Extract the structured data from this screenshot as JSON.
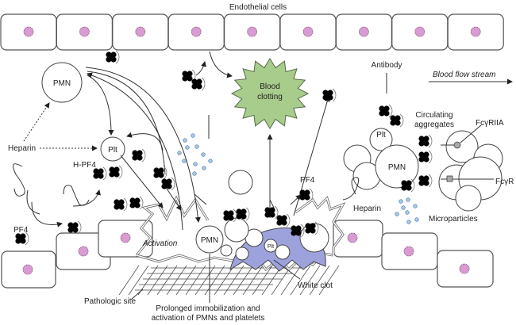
{
  "title": "Endothelial cells",
  "labels": {
    "endothelial": "Endothelial cells",
    "blood_flow": "Blood flow stream",
    "blood_clotting_1": "Blood",
    "blood_clotting_2": "clotting",
    "pmn_top": "PMN",
    "plt_left": "Plt",
    "heparin_left": "Heparin",
    "h_pf4": "H-PF4",
    "pf4_left": "PF4",
    "pf4_mid": "PF4",
    "antibody": "Antibody",
    "circulating_1": "Circulating",
    "circulating_2": "aggregates",
    "fcgriia": "FcγRIIA",
    "fcgr": "FcγR",
    "plt_agg": "Plt",
    "pmn_agg": "PMN",
    "heparin_right": "Heparin",
    "microparticles": "Microparticles",
    "activation": "Activation",
    "pmn_site": "PMN",
    "plt_clot": "Plt",
    "white_clot": "White clot",
    "pathologic_site": "Pathologic site",
    "prolonged_1": "Prolonged immobilization and",
    "prolonged_2": "activation of PMNs and platelets"
  },
  "colors": {
    "nucleus": "#d99bd1",
    "pf4": "#f0c25a",
    "clotting": "#a8cc8c",
    "white_clot": "#9ea2dc",
    "microparticle": "#aac7e8"
  }
}
